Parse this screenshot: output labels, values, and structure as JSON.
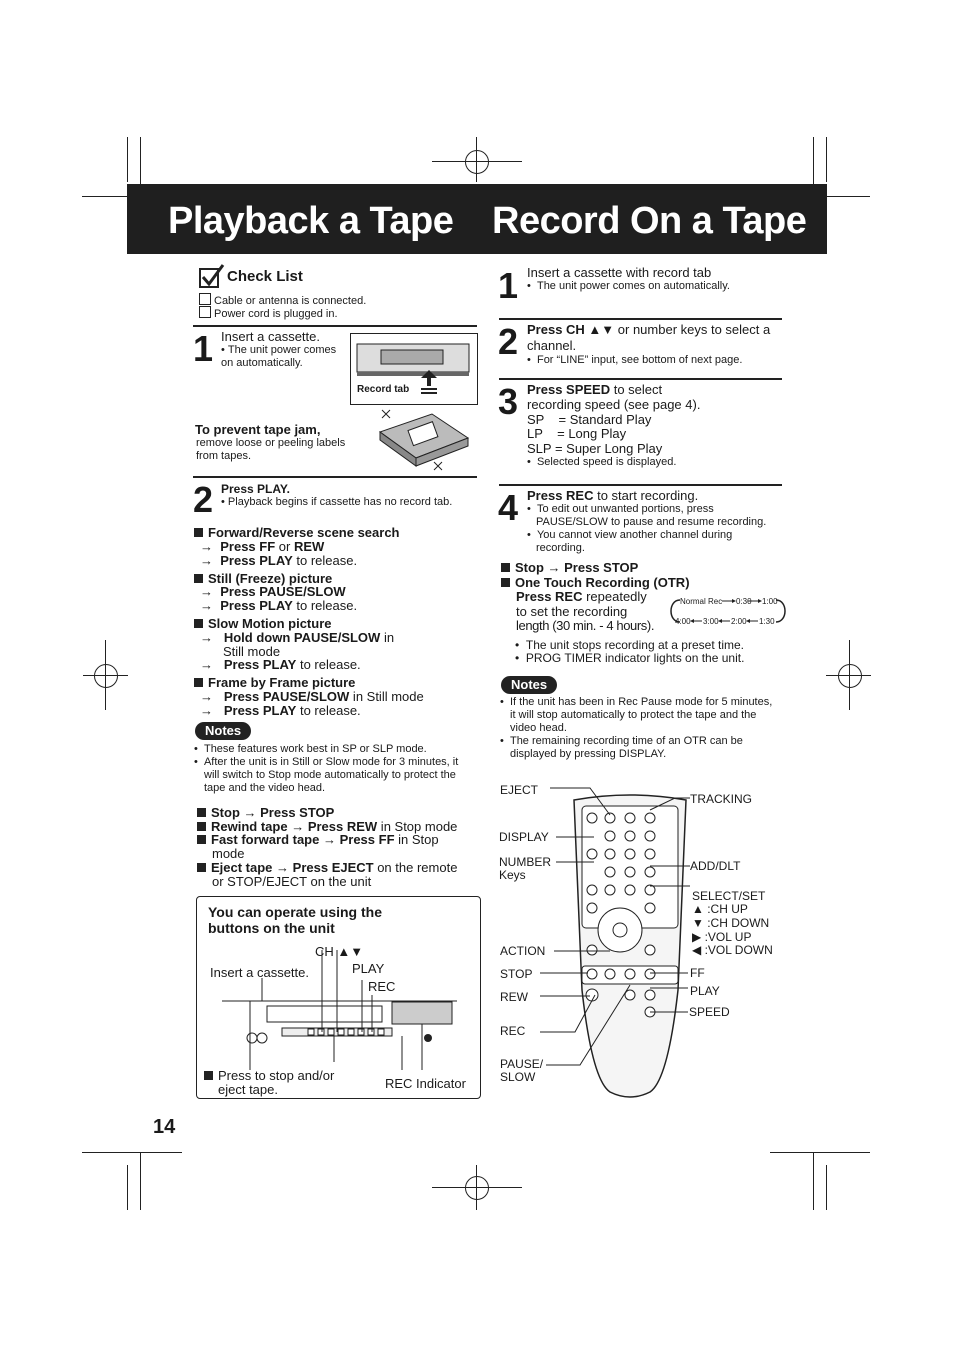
{
  "header": {
    "left_title": "Playback a Tape",
    "right_title": "Record On a Tape"
  },
  "page_number": "14",
  "checklist": {
    "title": "Check List",
    "items": [
      "Cable or antenna is connected.",
      "Power cord is plugged in."
    ]
  },
  "playback": {
    "step1": {
      "num": "1",
      "text": "Insert a cassette.",
      "bullet": "The unit power comes on automatically.",
      "record_tab_label": "Record tab",
      "jam_title": "To prevent tape jam,",
      "jam_text": "remove loose or peeling labels from tapes."
    },
    "step2": {
      "num": "2",
      "title": "Press PLAY.",
      "bullet": "Playback begins if cassette has no record tab."
    },
    "features": {
      "ffrew_title": "Forward/Reverse scene search",
      "ffrew_l1_a": "Press FF",
      "ffrew_l1_b": " or ",
      "ffrew_l1_c": "REW",
      "ffrew_l2_a": "Press PLAY",
      "ffrew_l2_b": " to release.",
      "still_title": "Still (Freeze) picture",
      "still_l1": "Press PAUSE/SLOW",
      "still_l2_a": "Press PLAY",
      "still_l2_b": " to release.",
      "slow_title": "Slow Motion picture",
      "slow_l1_a": "Hold down PAUSE/SLOW",
      "slow_l1_b": " in",
      "slow_l1_c": "Still mode",
      "slow_l2_a": "Press PLAY",
      "slow_l2_b": " to release.",
      "frame_title": "Frame by Frame picture",
      "frame_l1_a": "Press PAUSE/SLOW",
      "frame_l1_b": " in Still mode",
      "frame_l2_a": "Press PLAY",
      "frame_l2_b": " to release."
    },
    "notes_label": "Notes",
    "notes": [
      "These features work best in SP or SLP mode.",
      "After the unit is in Still or Slow mode for 3 minutes, it will switch to Stop mode automatically to protect the tape and the video head."
    ],
    "ops": {
      "stop_a": "Stop",
      "stop_b": "Press STOP",
      "rewind_a": "Rewind tape",
      "rewind_b": "Press REW",
      "rewind_c": " in Stop mode",
      "ff_a": "Fast forward tape",
      "ff_b": "Press FF",
      "ff_c": " in Stop",
      "ff_d": "mode",
      "eject_a": "Eject tape",
      "eject_b": "Press EJECT",
      "eject_c": " on the remote",
      "eject_d": "or STOP/EJECT on the unit"
    },
    "unit_box": {
      "title_l1": "You can operate using the",
      "title_l2": "buttons on the unit",
      "ch": "CH ▲▼",
      "insert": "Insert a cassette.",
      "play": "PLAY",
      "rec": "REC",
      "stop_eject_l1": "Press to stop and/or",
      "stop_eject_l2": "eject tape.",
      "rec_indicator": "REC Indicator"
    }
  },
  "record": {
    "step1": {
      "num": "1",
      "text": "Insert a cassette with record tab",
      "bullet": "The unit power comes on automatically."
    },
    "step2": {
      "num": "2",
      "text_a": "Press CH ▲▼",
      "text_b": " or number keys to select a",
      "text_c": "channel.",
      "bullet": "For “LINE” input, see bottom of next page."
    },
    "step3": {
      "num": "3",
      "text_a": "Press SPEED",
      "text_b": " to select",
      "text_c": "recording speed (see page 4).",
      "sp": "SP    = Standard Play",
      "lp": "LP    = Long Play",
      "slp": "SLP = Super Long Play",
      "bullet": "Selected speed is displayed."
    },
    "step4": {
      "num": "4",
      "text_a": "Press REC",
      "text_b": " to start recording.",
      "bullets": [
        "To edit out unwanted portions, press PAUSE/SLOW to pause and resume recording.",
        "You cannot view another channel during recording."
      ]
    },
    "stop_a": "Stop",
    "stop_b": "Press STOP",
    "otr_title": "One Touch Recording (OTR)",
    "otr_l1_a": "Press REC",
    "otr_l1_b": " repeatedly",
    "otr_l2": "to set the recording",
    "otr_l3": "length (30 min. - 4 hours).",
    "otr_diagram": {
      "top": [
        "Normal Rec",
        "0:30",
        "1:00"
      ],
      "bottom": [
        "4:00",
        "3:00",
        "2:00",
        "1:30"
      ]
    },
    "otr_bullets": [
      "The unit stops recording at a preset time.",
      "PROG TIMER indicator lights on the unit."
    ],
    "notes_label": "Notes",
    "notes": [
      "If the unit has been in Rec Pause mode for 5 minutes, it will stop automatically to protect the tape and the video head.",
      "The remaining recording time of an OTR can be displayed by pressing DISPLAY."
    ]
  },
  "remote": {
    "eject": "EJECT",
    "display": "DISPLAY",
    "number_l1": "NUMBER",
    "number_l2": "Keys",
    "action": "ACTION",
    "stop": "STOP",
    "rew": "REW",
    "rec": "REC",
    "pause_l1": "PAUSE/",
    "pause_l2": "SLOW",
    "tracking": "TRACKING",
    "add_dlt": "ADD/DLT",
    "select_set": "SELECT/SET",
    "ch_up": "▲ :CH UP",
    "ch_down": "▼ :CH DOWN",
    "vol_up": "▶ :VOL UP",
    "vol_down": "◀ :VOL DOWN",
    "ff": "FF",
    "play": "PLAY",
    "speed": "SPEED"
  }
}
